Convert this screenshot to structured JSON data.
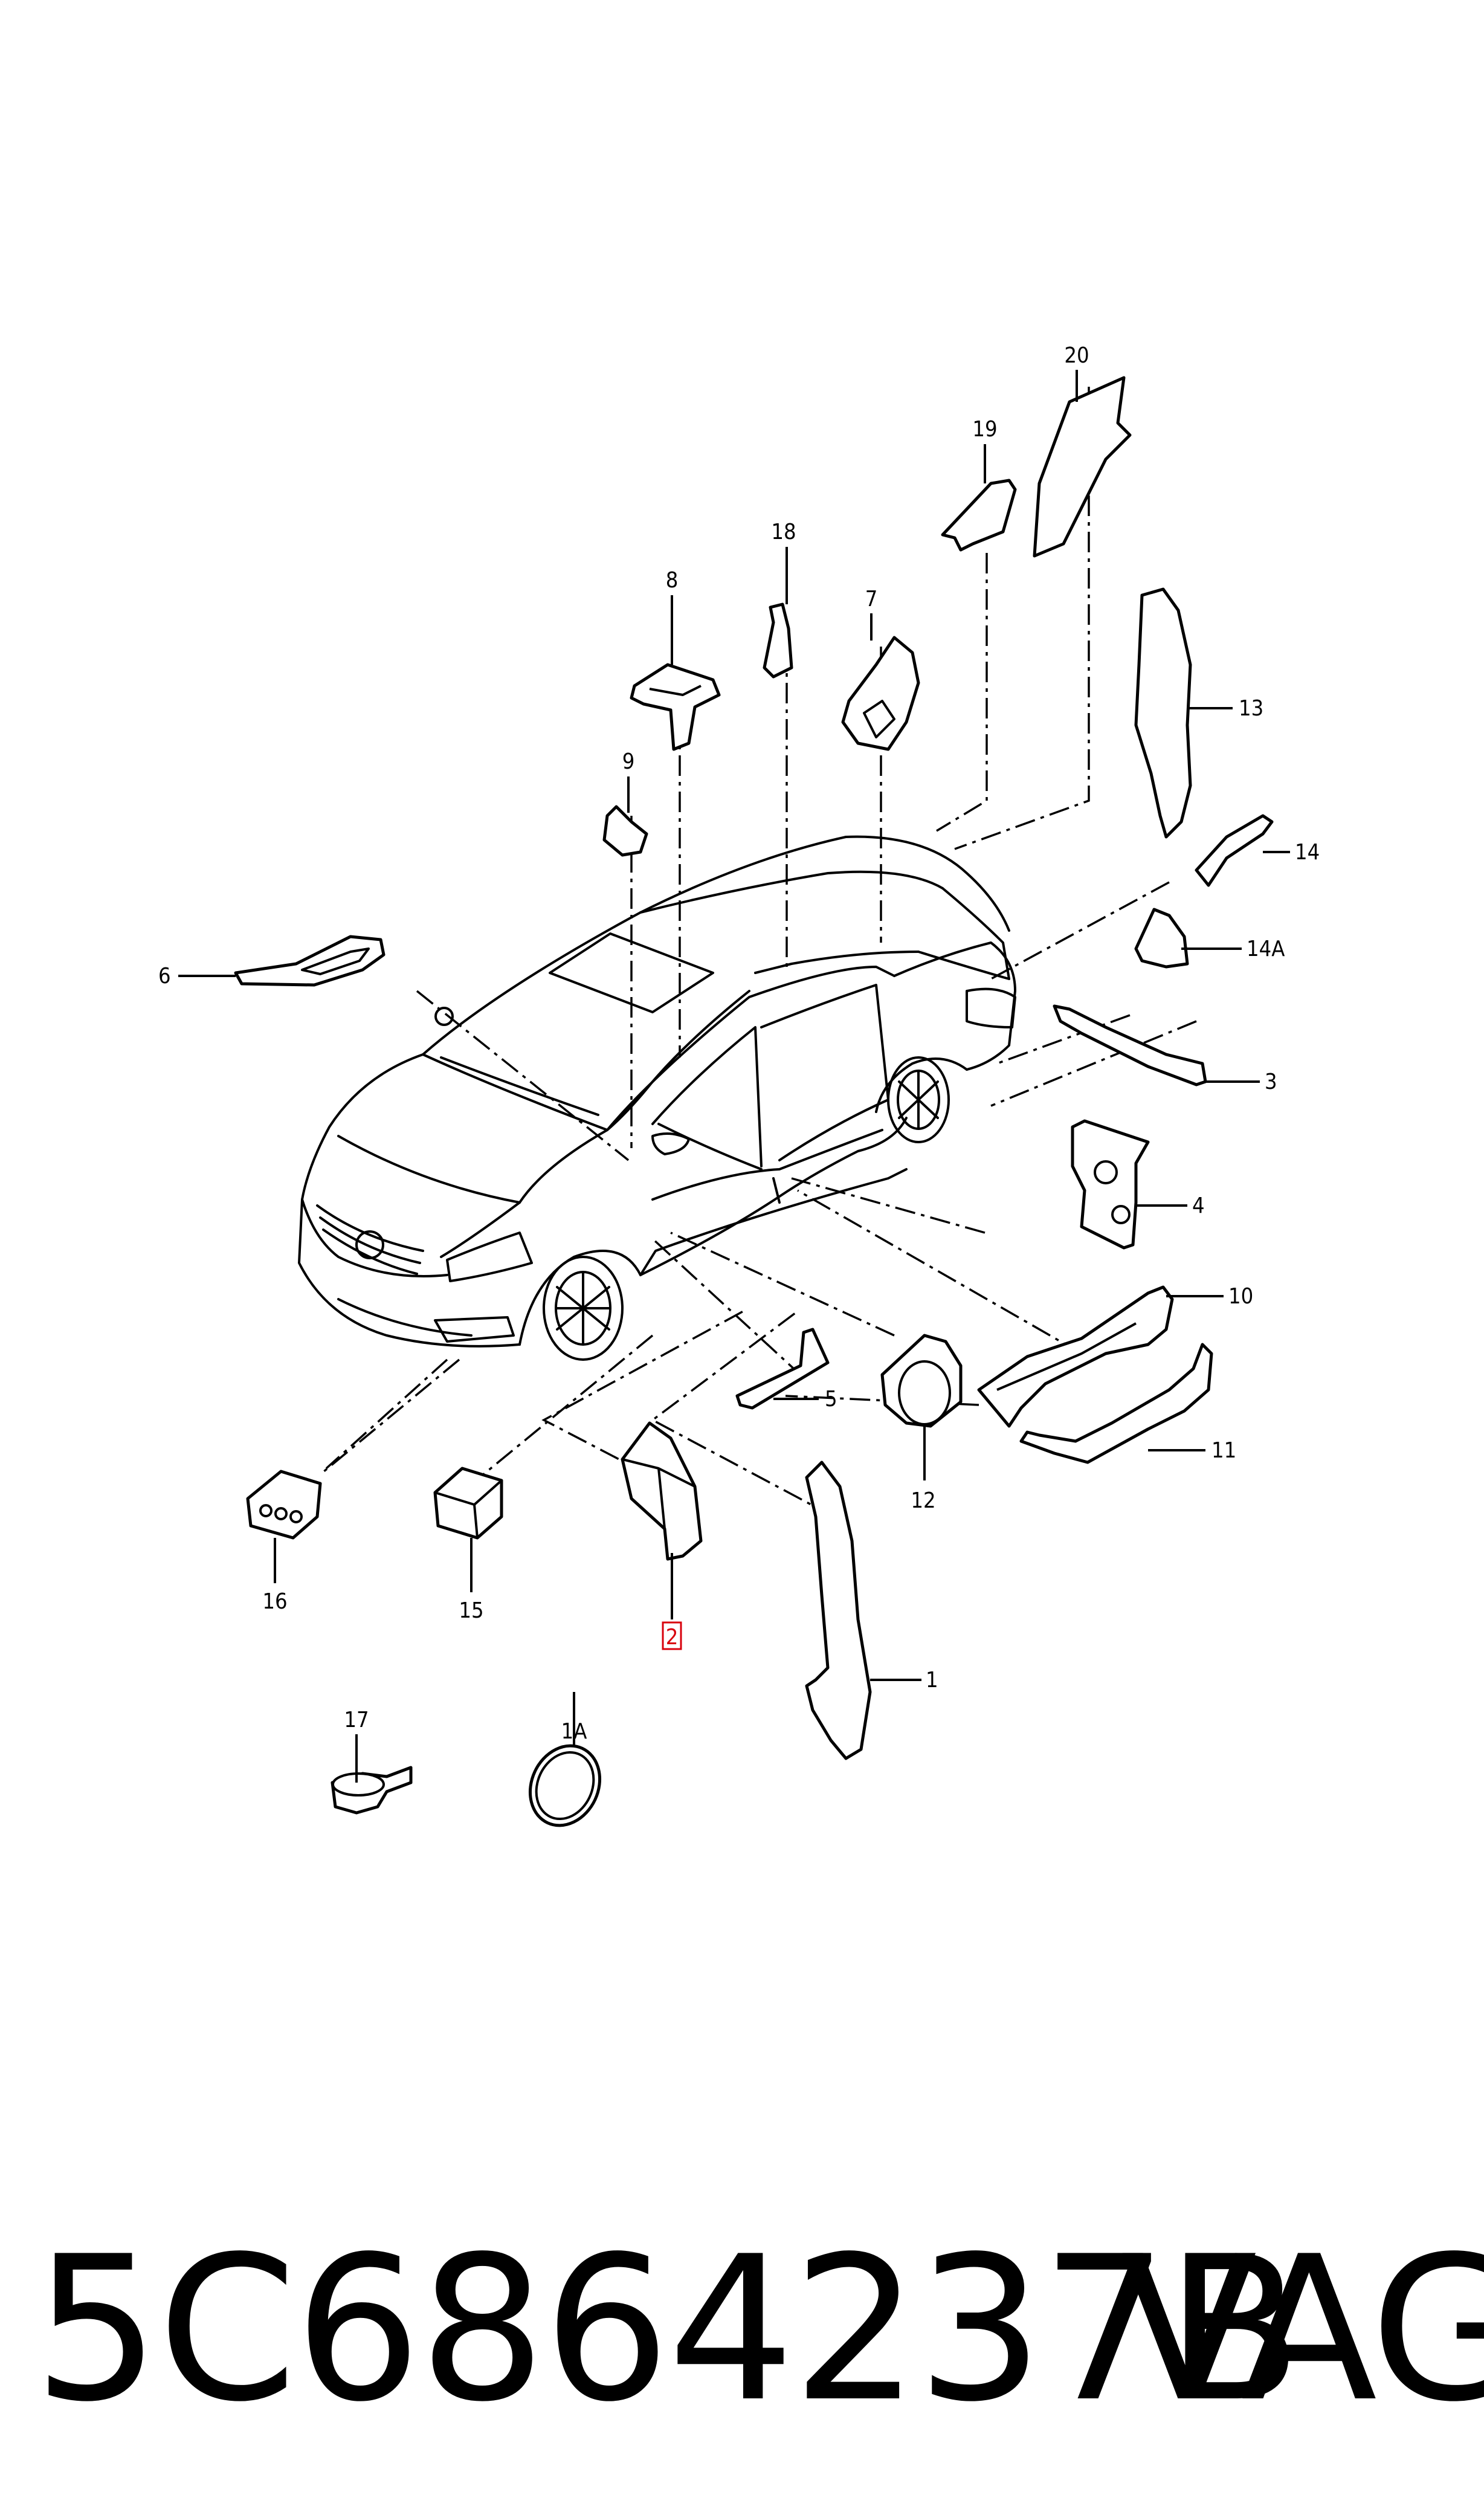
{
  "diagram": {
    "highlight_color": "#d8000c",
    "callouts": [
      {
        "id": "20",
        "label": "20"
      },
      {
        "id": "19",
        "label": "19"
      },
      {
        "id": "18",
        "label": "18"
      },
      {
        "id": "8",
        "label": "8"
      },
      {
        "id": "7",
        "label": "7"
      },
      {
        "id": "9",
        "label": "9"
      },
      {
        "id": "13",
        "label": "13"
      },
      {
        "id": "14",
        "label": "14"
      },
      {
        "id": "14A",
        "label": "14A"
      },
      {
        "id": "6",
        "label": "6"
      },
      {
        "id": "3",
        "label": "3"
      },
      {
        "id": "4",
        "label": "4"
      },
      {
        "id": "10",
        "label": "10"
      },
      {
        "id": "5",
        "label": "5"
      },
      {
        "id": "11",
        "label": "11"
      },
      {
        "id": "12",
        "label": "12"
      },
      {
        "id": "16",
        "label": "16"
      },
      {
        "id": "15",
        "label": "15"
      },
      {
        "id": "2",
        "label": "2",
        "highlighted": true
      },
      {
        "id": "1",
        "label": "1"
      },
      {
        "id": "17",
        "label": "17"
      },
      {
        "id": "1A",
        "label": "1A"
      }
    ]
  },
  "footer": {
    "part_number": "5C6864237B",
    "brand": "VAG"
  }
}
